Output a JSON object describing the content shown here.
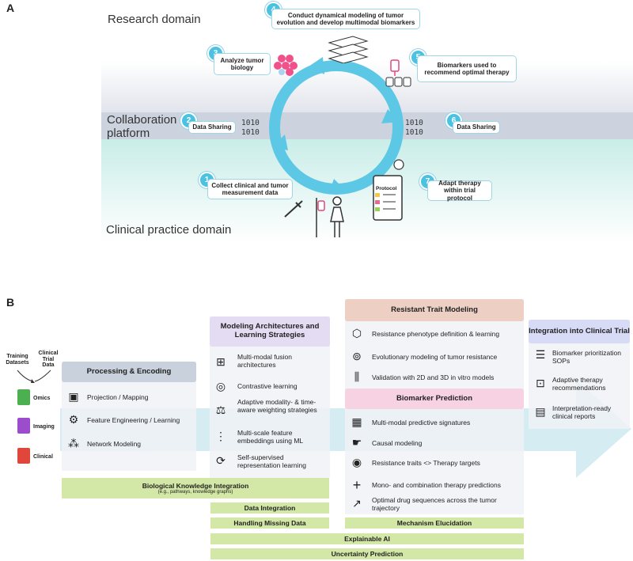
{
  "panel_a": {
    "letter": "A",
    "research_domain": "Research domain",
    "collab_line1": "Collaboration",
    "collab_line2": "platform",
    "clinical_domain": "Clinical practice domain",
    "binary_text": "1010\n1010",
    "protocol_label": "Protocol",
    "steps": [
      {
        "n": "1",
        "text": "Collect clinical and tumor measurement data"
      },
      {
        "n": "2",
        "text": "Data Sharing"
      },
      {
        "n": "3",
        "text": "Analyze tumor biology"
      },
      {
        "n": "4",
        "text": "Conduct dynamical modeling of tumor evolution and develop multimodal biomarkers"
      },
      {
        "n": "5",
        "text": "Biomarkers used to recommend optimal therapy"
      },
      {
        "n": "6",
        "text": "Data Sharing"
      },
      {
        "n": "7",
        "text": "Adapt therapy within trial protocol"
      }
    ],
    "colors": {
      "cycle": "#5dc8e6",
      "collab_band": "#cdd3de",
      "clinical_band": "#c9ede8"
    }
  },
  "panel_b": {
    "letter": "B",
    "inputs": {
      "training": "Training Datasets",
      "clinical_trial": "Clinical Trial Data",
      "files": [
        {
          "label": "Omics",
          "color": "#4caf50"
        },
        {
          "label": "Imaging",
          "color": "#9c4dcc"
        },
        {
          "label": "Clinical",
          "color": "#e0463a"
        }
      ]
    },
    "processing": {
      "title": "Processing & Encoding",
      "items": [
        "Projection / Mapping",
        "Feature Engineering / Learning",
        "Network Modeling"
      ]
    },
    "modeling": {
      "title": "Modeling Architectures and Learning Strategies",
      "items": [
        "Multi-modal fusion architectures",
        "Contrastive learning",
        "Adaptive modality- & time-aware weighting strategies",
        "Multi-scale feature embeddings using ML",
        "Self-supervised representation learning"
      ]
    },
    "resistant": {
      "title": "Resistant Trait Modeling",
      "items": [
        "Resistance phenotype definition & learning",
        "Evolutionary modeling of tumor resistance",
        "Validation with 2D and 3D in vitro models"
      ]
    },
    "biomarker": {
      "title": "Biomarker Prediction",
      "items": [
        "Multi-modal predictive signatures",
        "Causal modeling",
        "Resistance traits <> Therapy targets",
        "Mono- and combination therapy predictions",
        "Optimal drug sequences across the tumor trajectory"
      ]
    },
    "integration": {
      "title": "Integration into Clinical Trial",
      "items": [
        "Biomarker prioritization SOPs",
        "Adaptive therapy recommendations",
        "Interpretation-ready clinical reports"
      ]
    },
    "bars": {
      "bio_knowledge": "Biological Knowledge Integration",
      "bio_knowledge_sub": "(e.g., pathways, knowledge graphs)",
      "data_integration": "Data Integration",
      "missing_data": "Handling Missing Data",
      "mechanism": "Mechanism Elucidation",
      "explainable": "Explainable AI",
      "uncertainty": "Uncertainty Prediction"
    },
    "colors": {
      "processing_header": "#c9d1dc",
      "modeling_header": "#e4dcf2",
      "resistant_header": "#edcfc3",
      "biomarker_header": "#f6d2e2",
      "integration_header": "#d7dbf5",
      "green_bar": "#d3e7a6",
      "arrow": "#cfe9f1"
    }
  }
}
